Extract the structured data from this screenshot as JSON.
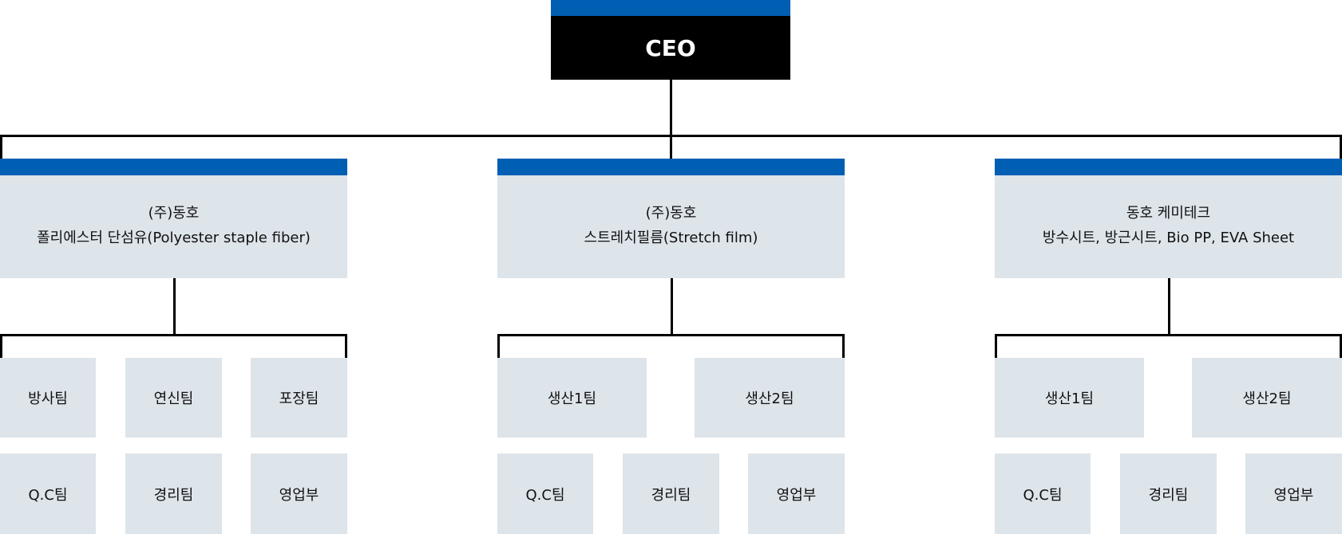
{
  "colors": {
    "accent": "#005eb3",
    "box": "#dde4ea",
    "ceo_box": "#000000",
    "line": "#000000"
  },
  "ceo": {
    "label": "CEO"
  },
  "companies": [
    {
      "name": "(주)동호",
      "product": "폴리에스터 단섬유(Polyester staple fiber)",
      "teams_row1": [
        "방사팀",
        "연신팀",
        "포장팀"
      ],
      "teams_row2": [
        "Q.C팀",
        "경리팀",
        "영업부"
      ]
    },
    {
      "name": "(주)동호",
      "product": "스트레치필름(Stretch film)",
      "teams_row1": [
        "생산1팀",
        "생산2팀"
      ],
      "teams_row2": [
        "Q.C팀",
        "경리팀",
        "영업부"
      ]
    },
    {
      "name": "동호 케미테크",
      "product": "방수시트, 방근시트, Bio PP, EVA Sheet",
      "teams_row1": [
        "생산1팀",
        "생산2팀"
      ],
      "teams_row2": [
        "Q.C팀",
        "경리팀",
        "영업부"
      ]
    }
  ]
}
